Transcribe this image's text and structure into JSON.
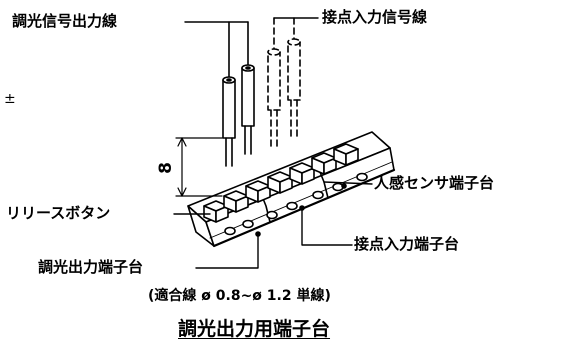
{
  "labels": {
    "dimming_signal_wire": "調光信号出力線",
    "contact_input_signal_wire": "接点入力信号線",
    "human_sensor_terminal": "人感センサ端子台",
    "release_button": "リリースボタン",
    "contact_input_terminal": "接点入力端子台",
    "dimming_output_terminal": "調光出力端子台",
    "dimension_mark": "8",
    "small_mark": "±"
  },
  "note": "(適合線 ø 0.8~ø 1.2 単線)",
  "title": "調光出力用端子台",
  "colors": {
    "ink": "#000000",
    "paper": "#ffffff"
  }
}
